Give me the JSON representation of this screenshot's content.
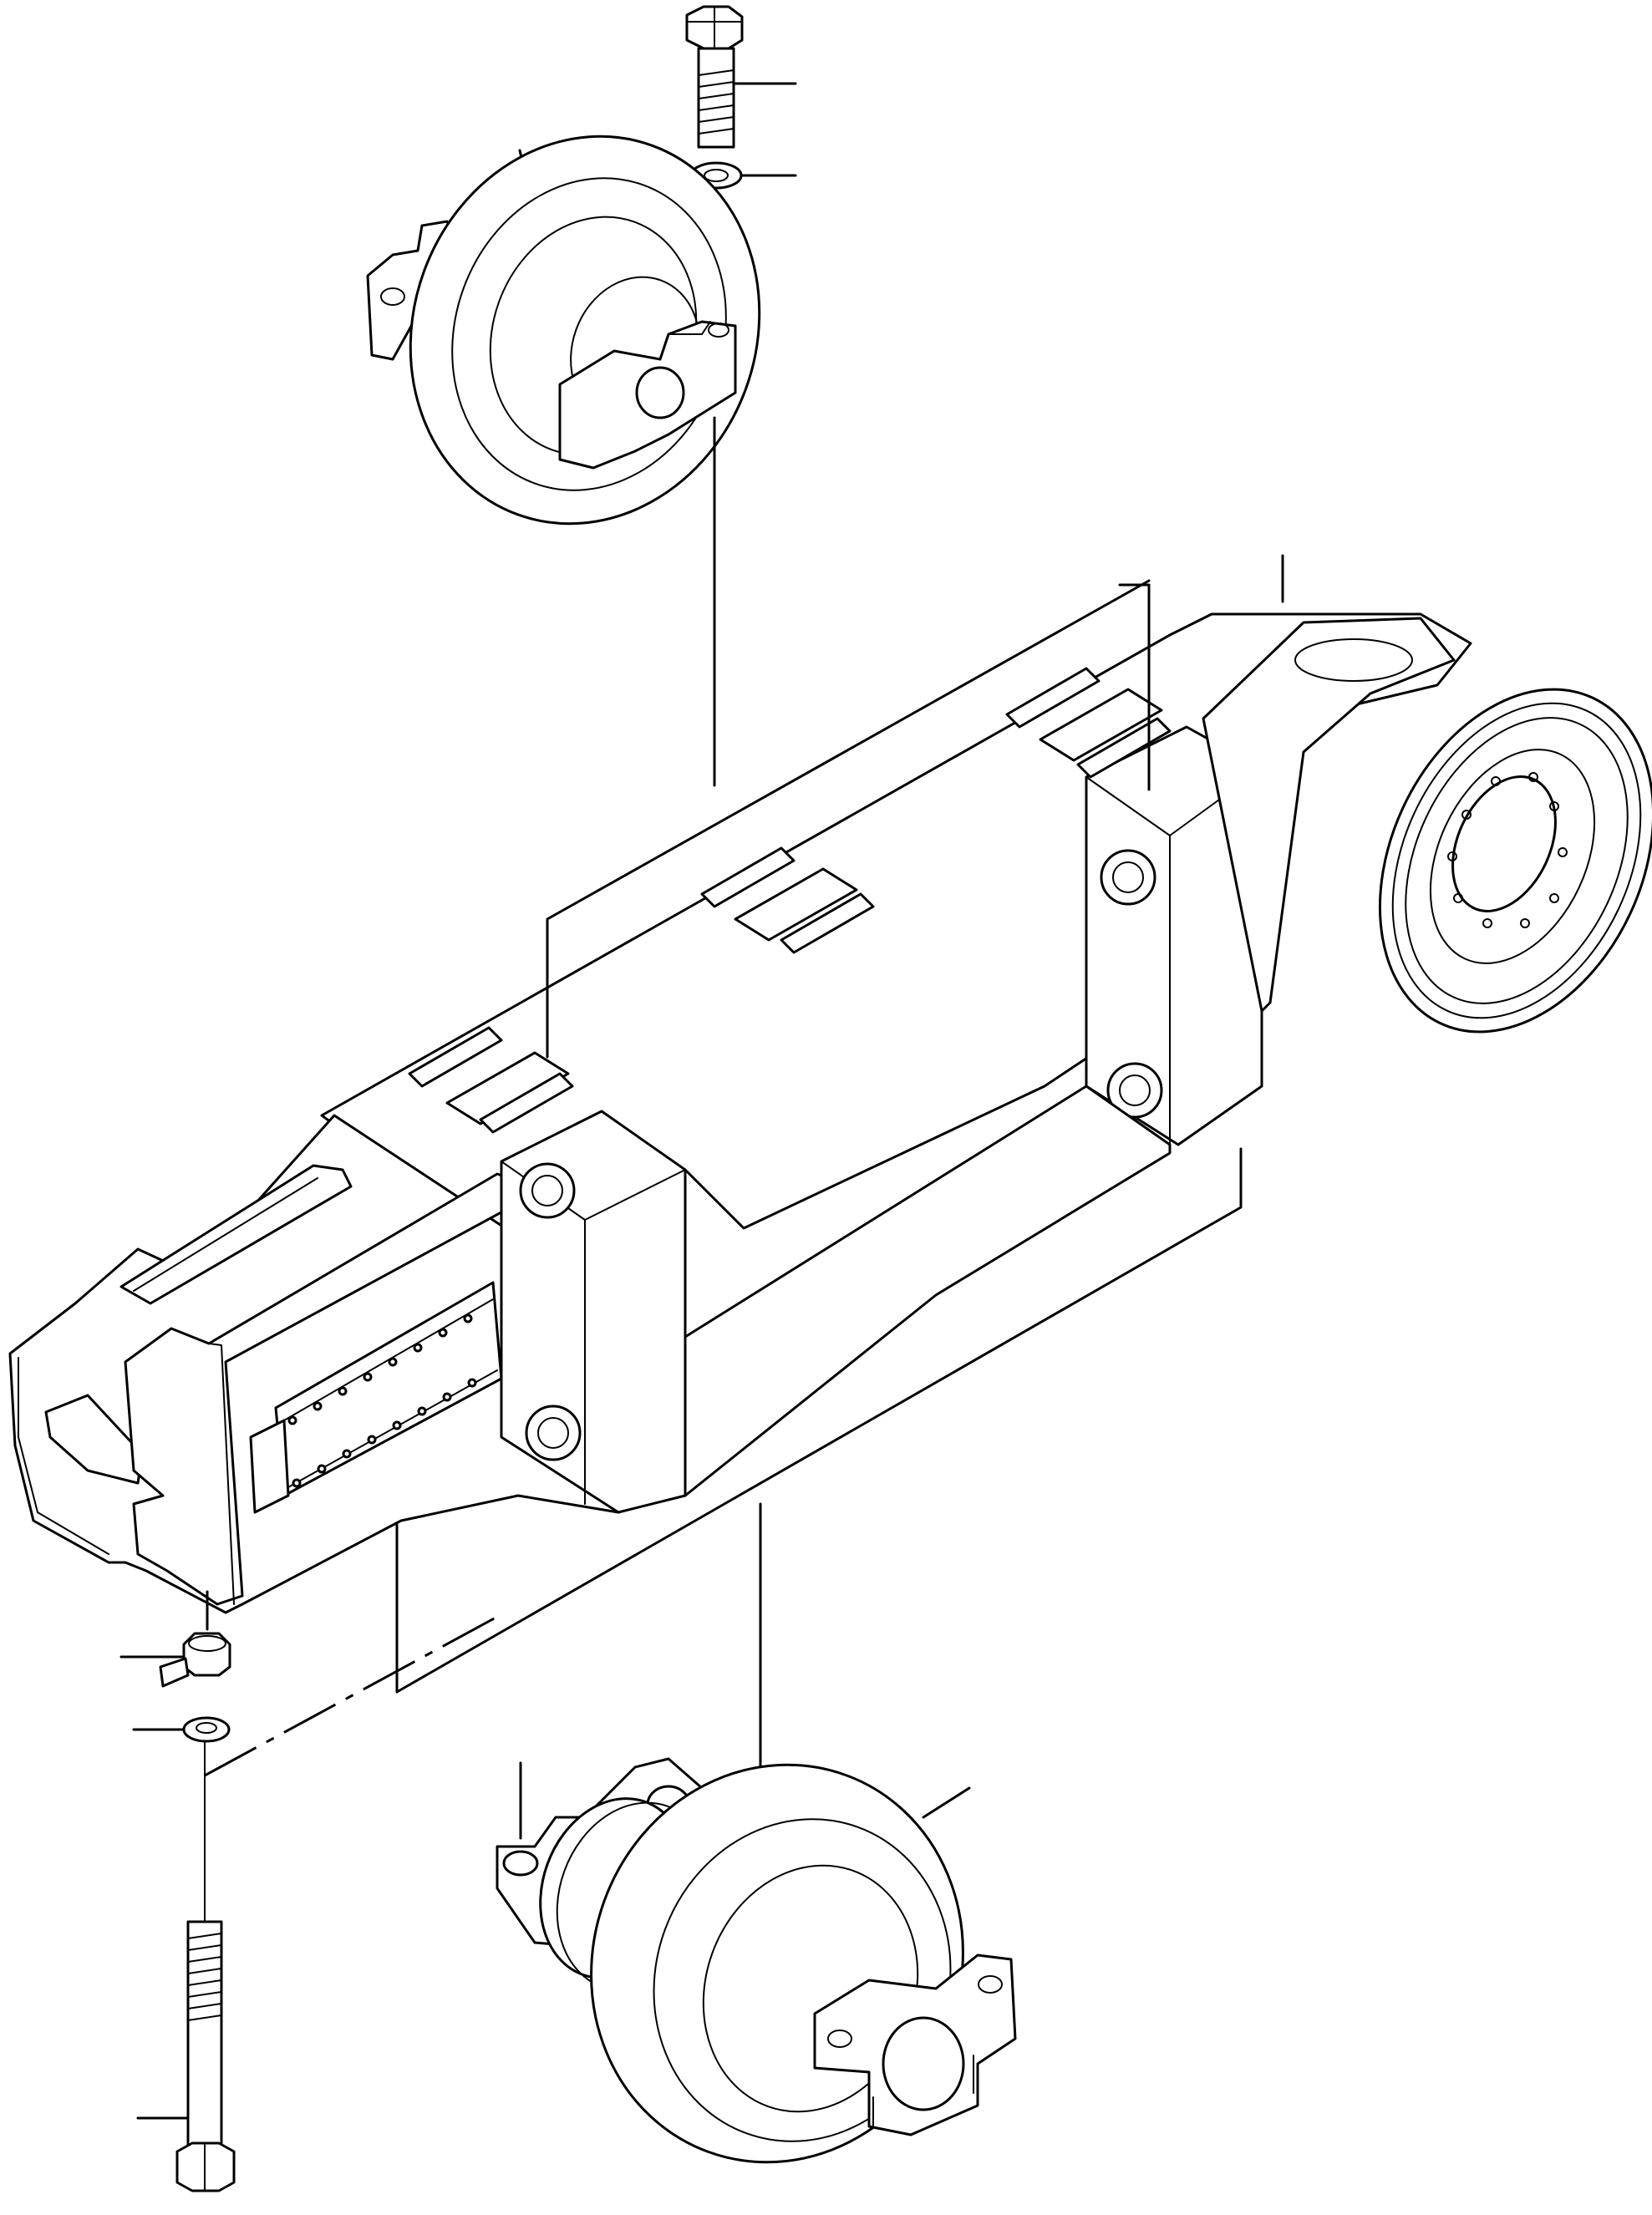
{
  "diagram": {
    "kind": "exploded parts drawing",
    "background_color": "#ffffff",
    "line_color": "#000000",
    "text_labels": [],
    "components": [
      {
        "name": "upper-hex-bolt"
      },
      {
        "name": "upper-washer"
      },
      {
        "name": "upper-track-roller"
      },
      {
        "name": "track-frame"
      },
      {
        "name": "drive-sprocket-flange"
      },
      {
        "name": "lower-nut-with-tab"
      },
      {
        "name": "lower-washer"
      },
      {
        "name": "lower-bolt"
      },
      {
        "name": "lower-track-roller"
      }
    ]
  }
}
